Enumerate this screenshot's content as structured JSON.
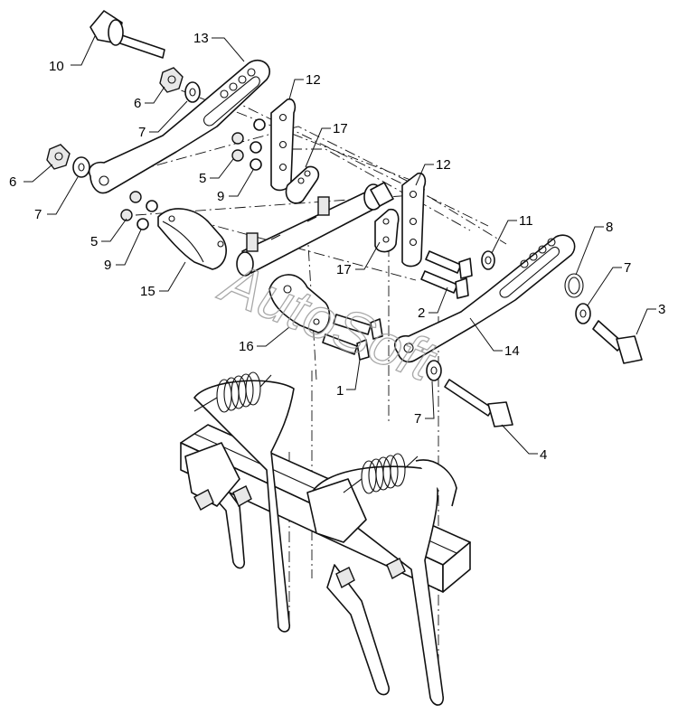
{
  "watermark": "AutoSoft",
  "callouts": [
    {
      "id": "c10",
      "text": "10"
    },
    {
      "id": "c13",
      "text": "13"
    },
    {
      "id": "c6a",
      "text": "6"
    },
    {
      "id": "c7a",
      "text": "7"
    },
    {
      "id": "c12a",
      "text": "12"
    },
    {
      "id": "c17a",
      "text": "17"
    },
    {
      "id": "c6b",
      "text": "6"
    },
    {
      "id": "c7b",
      "text": "7"
    },
    {
      "id": "c5a",
      "text": "5"
    },
    {
      "id": "c9a",
      "text": "9"
    },
    {
      "id": "c12b",
      "text": "12"
    },
    {
      "id": "c11",
      "text": "11"
    },
    {
      "id": "c8",
      "text": "8"
    },
    {
      "id": "c7c",
      "text": "7"
    },
    {
      "id": "c3",
      "text": "3"
    },
    {
      "id": "c5b",
      "text": "5"
    },
    {
      "id": "c9b",
      "text": "9"
    },
    {
      "id": "c15",
      "text": "15"
    },
    {
      "id": "c17b",
      "text": "17"
    },
    {
      "id": "c2",
      "text": "2"
    },
    {
      "id": "c16",
      "text": "16"
    },
    {
      "id": "c14",
      "text": "14"
    },
    {
      "id": "c1",
      "text": "1"
    },
    {
      "id": "c7d",
      "text": "7"
    },
    {
      "id": "c4",
      "text": "4"
    }
  ]
}
